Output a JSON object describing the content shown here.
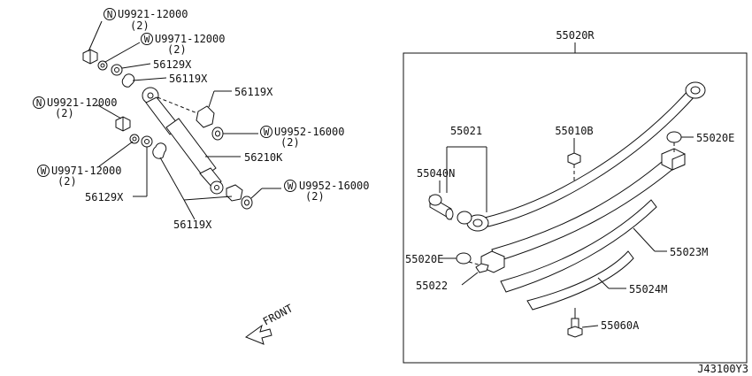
{
  "labels": {
    "u9921_top": "U9921-12000",
    "u9921_top_qty": "(2)",
    "u9971_top": "U9971-12000",
    "u9971_top_qty": "(2)",
    "p56129x_top": "56129X",
    "p56119x_top": "56119X",
    "p56119x_mid": "56119X",
    "u9921_mid": "U9921-12000",
    "u9921_mid_qty": "(2)",
    "u9952_top": "U9952-16000",
    "u9952_top_qty": "(2)",
    "p56210k": "56210K",
    "u9971_low": "U9971-12000",
    "u9971_low_qty": "(2)",
    "u9952_low": "U9952-16000",
    "u9952_low_qty": "(2)",
    "p56129x_low": "56129X",
    "p56119x_low": "56119X",
    "front": "FRONT",
    "p55020r": "55020R",
    "p55021": "55021",
    "p55010b": "55010B",
    "p55020e_right": "55020E",
    "p55040n": "55040N",
    "p55020e_left": "55020E",
    "p55023m": "55023M",
    "p55022": "55022",
    "p55024m": "55024M",
    "p55060a": "55060A",
    "diagram_code": "J43100Y3"
  },
  "badges": {
    "nut": "N",
    "washer": "W"
  }
}
